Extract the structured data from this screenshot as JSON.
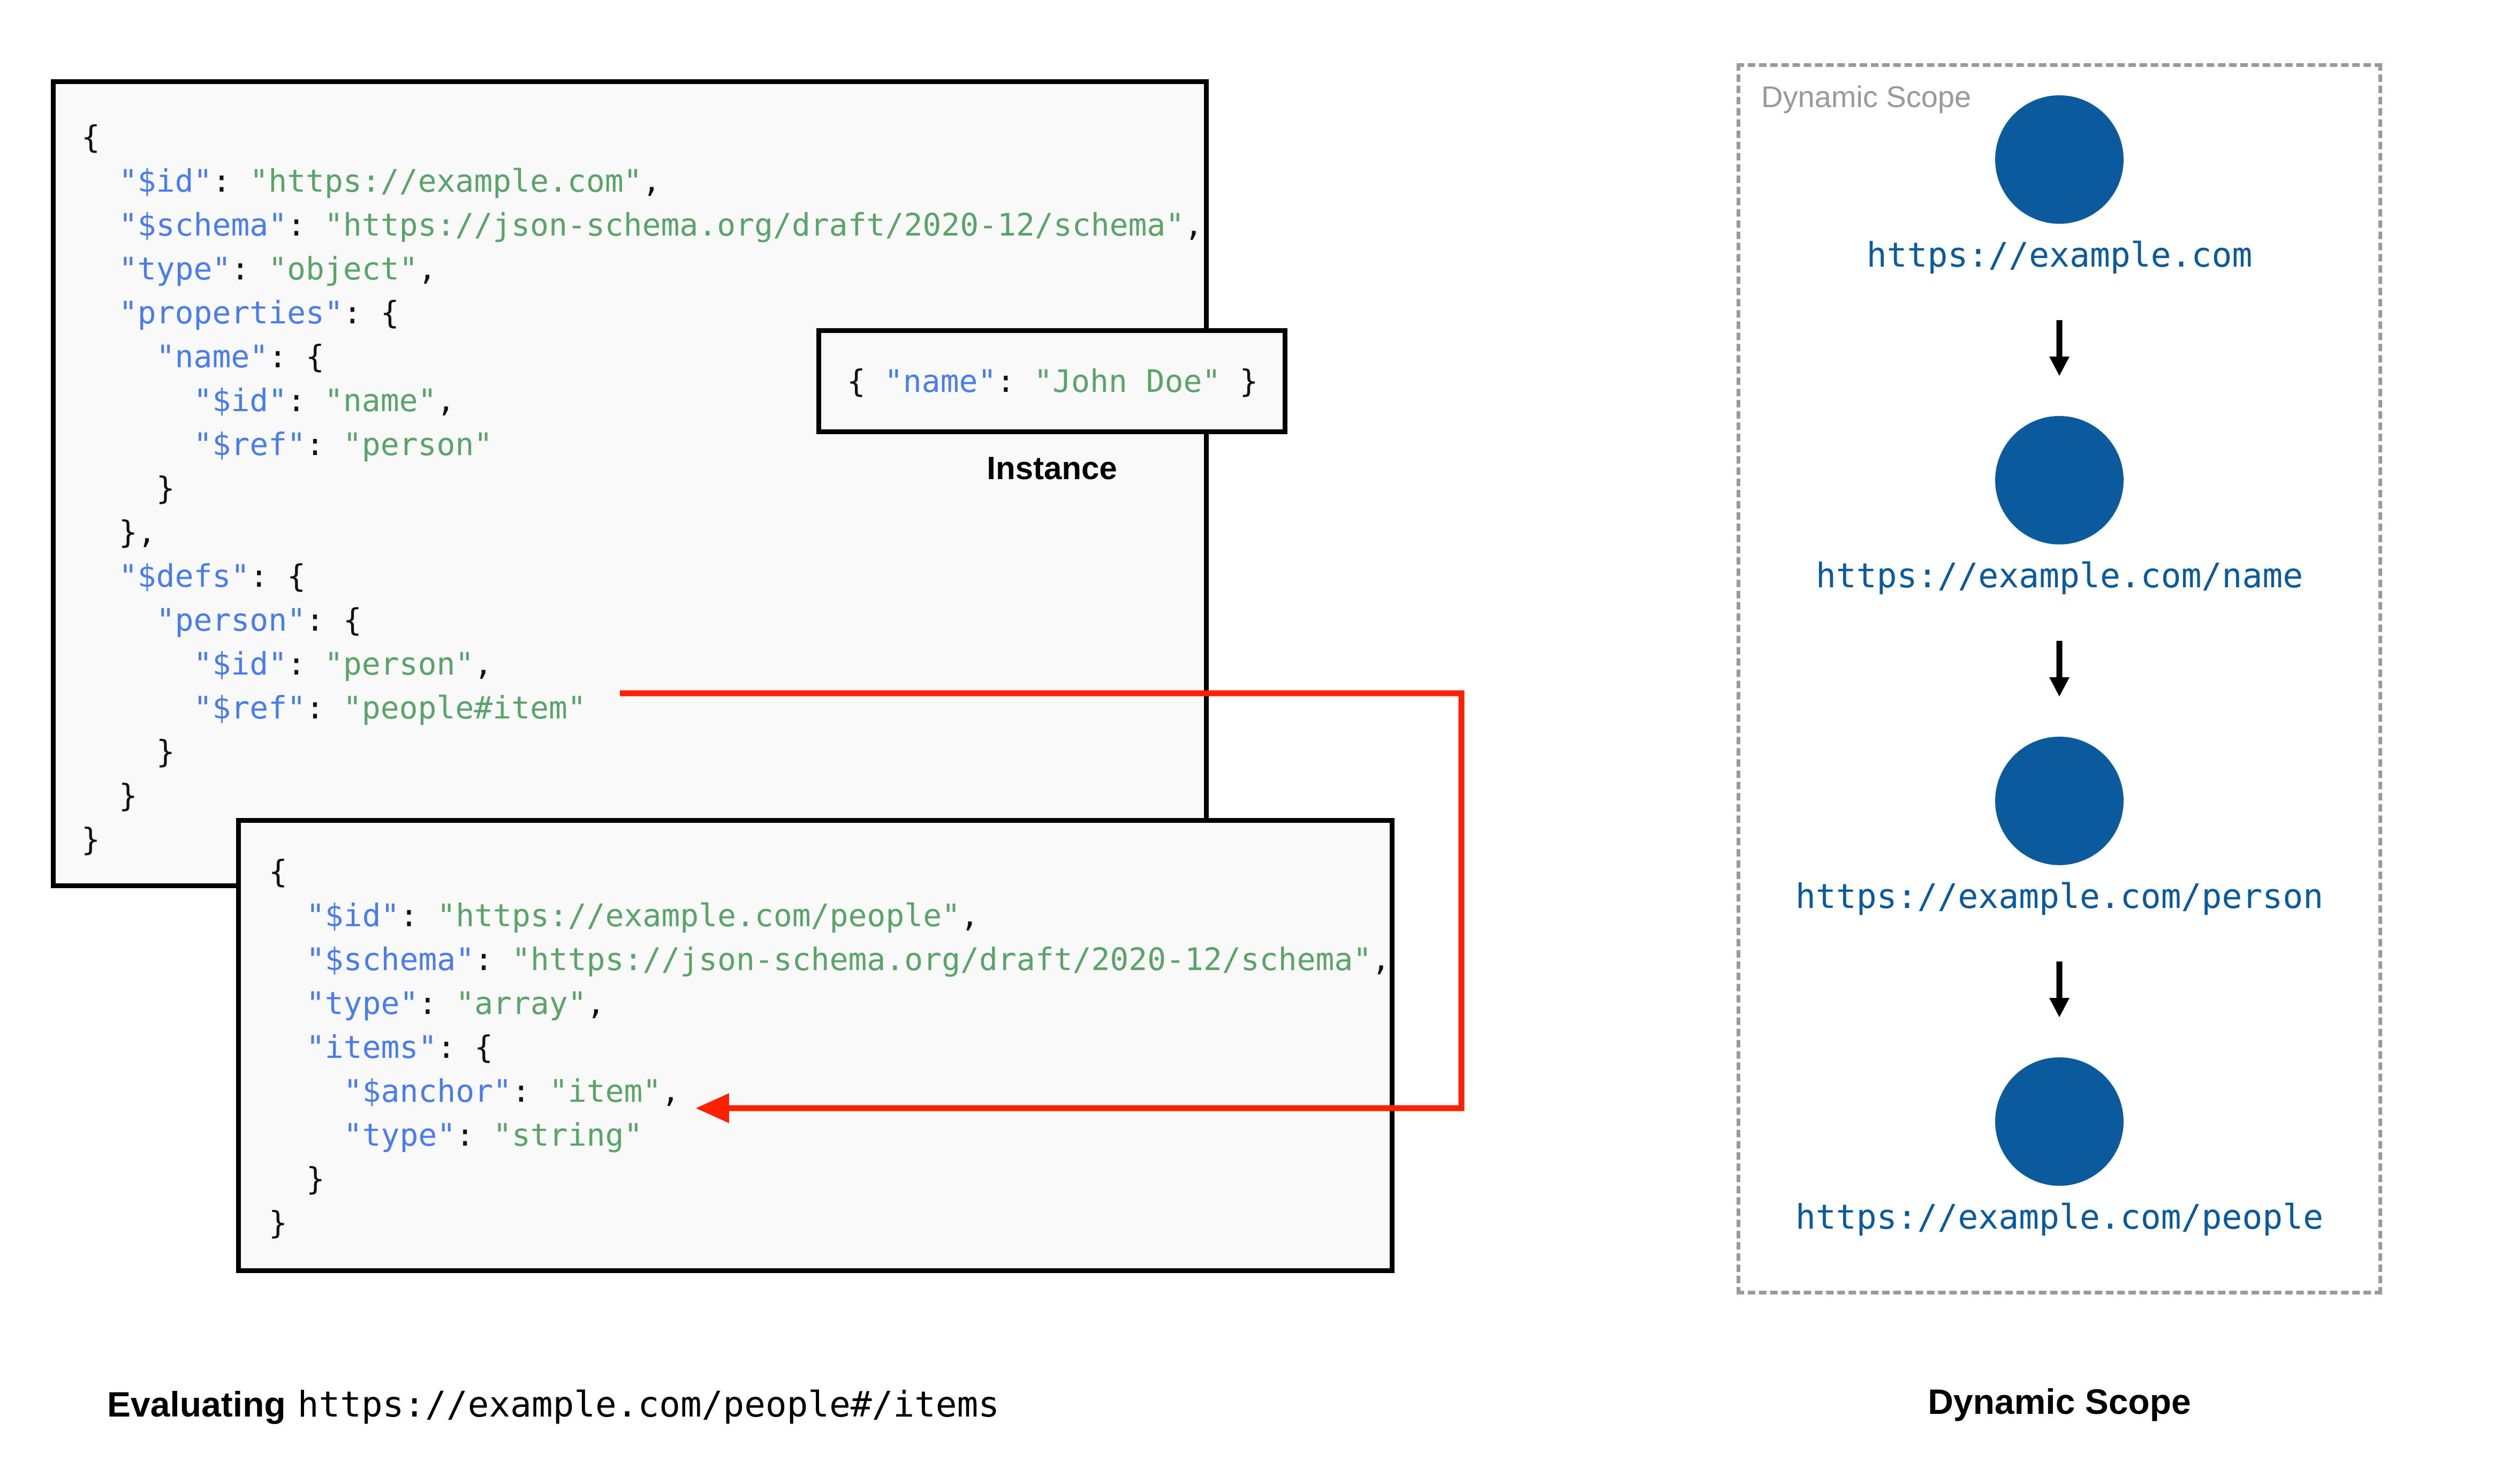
{
  "diagram": {
    "title_left": "Evaluating https://example.com/people#/items",
    "title_right": "Dynamic Scope"
  },
  "schema_root": {
    "lines": [
      {
        "indent": 0,
        "tokens": [
          {
            "t": "{",
            "c": "p"
          }
        ]
      },
      {
        "indent": 1,
        "tokens": [
          {
            "t": "\"$id\"",
            "c": "k"
          },
          {
            "t": ": ",
            "c": "p"
          },
          {
            "t": "\"https://example.com\"",
            "c": "s"
          },
          {
            "t": ",",
            "c": "p"
          }
        ]
      },
      {
        "indent": 1,
        "tokens": [
          {
            "t": "\"$schema\"",
            "c": "k"
          },
          {
            "t": ": ",
            "c": "p"
          },
          {
            "t": "\"https://json-schema.org/draft/2020-12/schema\"",
            "c": "s"
          },
          {
            "t": ",",
            "c": "p"
          }
        ]
      },
      {
        "indent": 1,
        "tokens": [
          {
            "t": "\"type\"",
            "c": "k"
          },
          {
            "t": ": ",
            "c": "p"
          },
          {
            "t": "\"object\"",
            "c": "s"
          },
          {
            "t": ",",
            "c": "p"
          }
        ]
      },
      {
        "indent": 1,
        "tokens": [
          {
            "t": "\"properties\"",
            "c": "k"
          },
          {
            "t": ": {",
            "c": "p"
          }
        ]
      },
      {
        "indent": 2,
        "tokens": [
          {
            "t": "\"name\"",
            "c": "k"
          },
          {
            "t": ": {",
            "c": "p"
          }
        ]
      },
      {
        "indent": 3,
        "tokens": [
          {
            "t": "\"$id\"",
            "c": "k"
          },
          {
            "t": ": ",
            "c": "p"
          },
          {
            "t": "\"name\"",
            "c": "s"
          },
          {
            "t": ",",
            "c": "p"
          }
        ]
      },
      {
        "indent": 3,
        "tokens": [
          {
            "t": "\"$ref\"",
            "c": "k"
          },
          {
            "t": ": ",
            "c": "p"
          },
          {
            "t": "\"person\"",
            "c": "s"
          }
        ]
      },
      {
        "indent": 2,
        "tokens": [
          {
            "t": "}",
            "c": "p"
          }
        ]
      },
      {
        "indent": 1,
        "tokens": [
          {
            "t": "},",
            "c": "p"
          }
        ]
      },
      {
        "indent": 1,
        "tokens": [
          {
            "t": "\"$defs\"",
            "c": "k"
          },
          {
            "t": ": {",
            "c": "p"
          }
        ]
      },
      {
        "indent": 2,
        "tokens": [
          {
            "t": "\"person\"",
            "c": "k"
          },
          {
            "t": ": {",
            "c": "p"
          }
        ]
      },
      {
        "indent": 3,
        "tokens": [
          {
            "t": "\"$id\"",
            "c": "k"
          },
          {
            "t": ": ",
            "c": "p"
          },
          {
            "t": "\"person\"",
            "c": "s"
          },
          {
            "t": ",",
            "c": "p"
          }
        ]
      },
      {
        "indent": 3,
        "tokens": [
          {
            "t": "\"$ref\"",
            "c": "k"
          },
          {
            "t": ": ",
            "c": "p"
          },
          {
            "t": "\"people#item\"",
            "c": "s"
          }
        ]
      },
      {
        "indent": 2,
        "tokens": [
          {
            "t": "}",
            "c": "p"
          }
        ]
      },
      {
        "indent": 1,
        "tokens": [
          {
            "t": "}",
            "c": "p"
          }
        ]
      },
      {
        "indent": 0,
        "tokens": [
          {
            "t": "}",
            "c": "p"
          }
        ]
      }
    ]
  },
  "instance": {
    "caption": "Instance",
    "lines": [
      {
        "indent": 0,
        "tokens": [
          {
            "t": "{ ",
            "c": "p"
          },
          {
            "t": "\"name\"",
            "c": "k"
          },
          {
            "t": ": ",
            "c": "p"
          },
          {
            "t": "\"John Doe\"",
            "c": "s"
          },
          {
            "t": " }",
            "c": "p"
          }
        ]
      }
    ]
  },
  "schema_people": {
    "lines": [
      {
        "indent": 0,
        "tokens": [
          {
            "t": "{",
            "c": "p"
          }
        ]
      },
      {
        "indent": 1,
        "tokens": [
          {
            "t": "\"$id\"",
            "c": "k"
          },
          {
            "t": ": ",
            "c": "p"
          },
          {
            "t": "\"https://example.com/people\"",
            "c": "s"
          },
          {
            "t": ",",
            "c": "p"
          }
        ]
      },
      {
        "indent": 1,
        "tokens": [
          {
            "t": "\"$schema\"",
            "c": "k"
          },
          {
            "t": ": ",
            "c": "p"
          },
          {
            "t": "\"https://json-schema.org/draft/2020-12/schema\"",
            "c": "s"
          },
          {
            "t": ",",
            "c": "p"
          }
        ]
      },
      {
        "indent": 1,
        "tokens": [
          {
            "t": "\"type\"",
            "c": "k"
          },
          {
            "t": ": ",
            "c": "p"
          },
          {
            "t": "\"array\"",
            "c": "s"
          },
          {
            "t": ",",
            "c": "p"
          }
        ]
      },
      {
        "indent": 1,
        "tokens": [
          {
            "t": "\"items\"",
            "c": "k"
          },
          {
            "t": ": {",
            "c": "p"
          }
        ]
      },
      {
        "indent": 2,
        "tokens": [
          {
            "t": "\"$anchor\"",
            "c": "k"
          },
          {
            "t": ": ",
            "c": "p"
          },
          {
            "t": "\"item\"",
            "c": "s"
          },
          {
            "t": ",",
            "c": "p"
          }
        ]
      },
      {
        "indent": 2,
        "tokens": [
          {
            "t": "\"type\"",
            "c": "k"
          },
          {
            "t": ": ",
            "c": "p"
          },
          {
            "t": "\"string\"",
            "c": "s"
          }
        ]
      },
      {
        "indent": 1,
        "tokens": [
          {
            "t": "}",
            "c": "p"
          }
        ]
      },
      {
        "indent": 0,
        "tokens": [
          {
            "t": "}",
            "c": "p"
          }
        ]
      }
    ]
  },
  "dynamic_scope": {
    "panel_label": "Dynamic Scope",
    "caption": "Dynamic Scope",
    "node_color": "#0b5a9c",
    "nodes": [
      {
        "label": "https://example.com"
      },
      {
        "label": "https://example.com/name"
      },
      {
        "label": "https://example.com/person"
      },
      {
        "label": "https://example.com/people"
      }
    ]
  },
  "colors": {
    "key": "#4a7dec",
    "string": "#5aa469",
    "punctuation": "#111111",
    "box_border": "#000000",
    "box_fill": "#f9f9f9",
    "ref_arrow": "#ff2000",
    "scope_node": "#0b5a9c",
    "scope_dashed_border": "#9a9a9a"
  },
  "caption_left": {
    "bold_part": "Evaluating",
    "mono_part": "https://example.com/people#/items"
  }
}
